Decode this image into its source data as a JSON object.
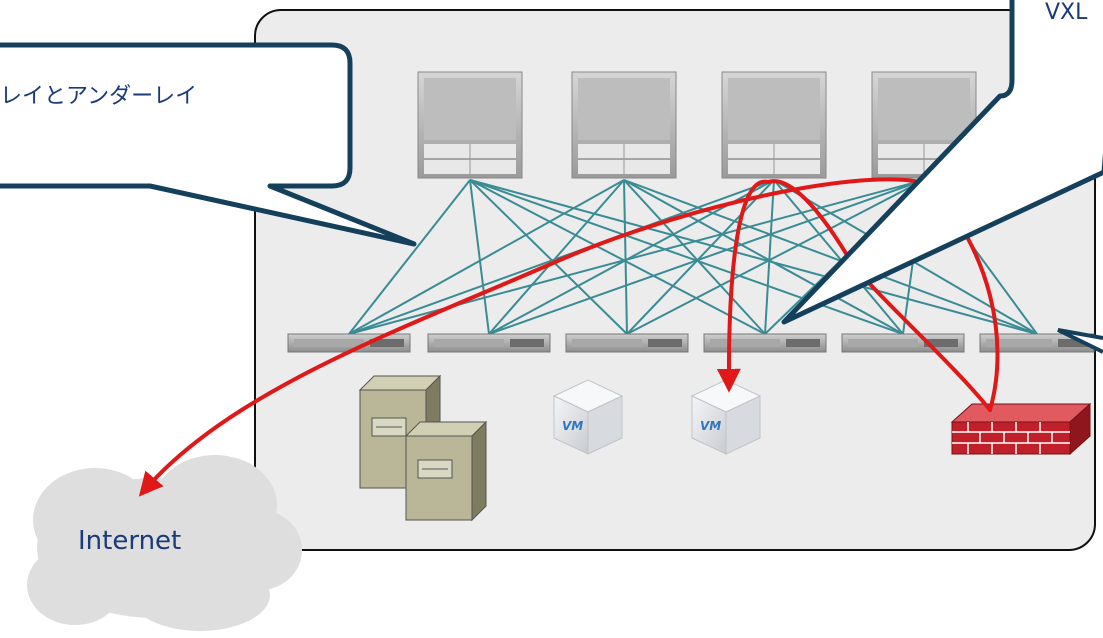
{
  "callouts": {
    "left_text": "レイとアンダーレイ",
    "right_text": "VXL"
  },
  "internet_cloud": {
    "label": "Internet"
  },
  "vm_icons": {
    "label_1": "VM",
    "label_2": "VM"
  },
  "colors": {
    "fabric_box": "#ececec",
    "fabric_border": "#111111",
    "link_color": "#3a8c94",
    "callout_border": "#15405c",
    "callout_fill": "#ffffff",
    "traffic_path": "#e01818",
    "cloud_fill": "#dedede",
    "firewall_red": "#c0202a",
    "text_blue": "#1b3a78"
  },
  "icons": {
    "spine": "chassis-switch-icon",
    "leaf": "rack-switch-icon",
    "server": "server-tower-icon",
    "vm": "vm-cube-icon",
    "firewall": "firewall-icon",
    "cloud": "cloud-icon"
  }
}
